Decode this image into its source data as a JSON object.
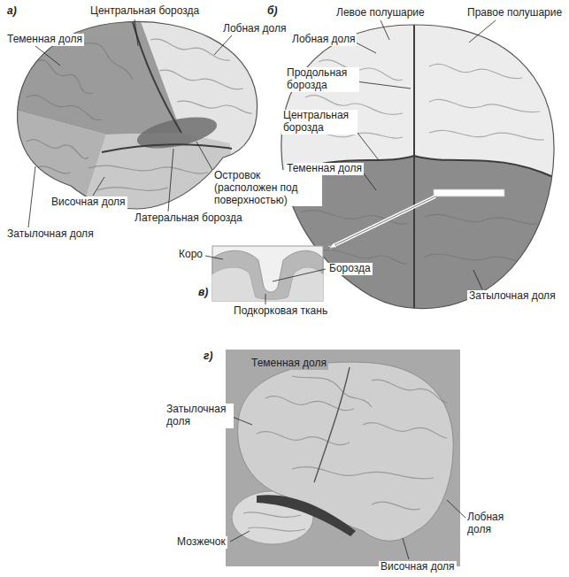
{
  "diagram": {
    "labels": [
      "а)",
      "Центральная борозда",
      "Лобная доля",
      "Теменная доля",
      "Островок (расположен под поверхностью)",
      "Височная доля",
      "Латеральная борозда",
      "Затылочная доля",
      "б)",
      "Левое полушарие",
      "Правое полушарие",
      "Лобная доля",
      "Продольная борозда",
      "Центральная борозда",
      "Теменная доля",
      "Затылочная доля",
      "в)",
      "Коро",
      "Борозда",
      "Подкорковая ткань",
      "г)",
      "Теменная доля",
      "Затылочная доля",
      "Мозжечок",
      "Лобная доля",
      "Височная доля"
    ]
  }
}
